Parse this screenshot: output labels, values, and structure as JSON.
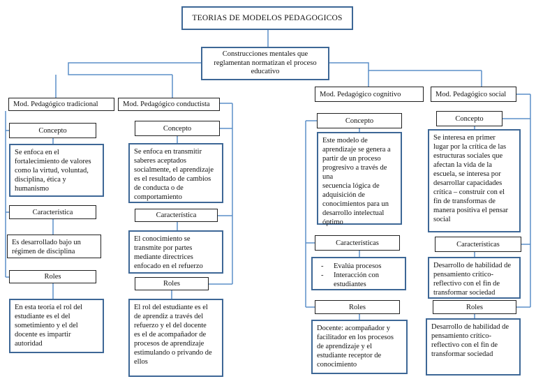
{
  "title": "TEORIAS DE MODELOS PEDAGOGICOS",
  "main_node": "Construcciones mentales que\nreglamentan  normatizan el proceso\neducativo",
  "colors": {
    "accent_border": "#3d6796",
    "connector": "#5b8fc8",
    "thin_border": "#1f1f1f"
  },
  "models": [
    {
      "name": "Mod. Pedagógico tradicional",
      "concept_label": "Concepto",
      "concept_text": "Se enfoca en el\nfortalecimiento de valores\ncomo la virtud, voluntad,\ndisciplina, ética y\nhumanismo",
      "char_label": "Característica",
      "char_text": "Es desarrollado bajo un\nrégimen de disciplina",
      "roles_label": "Roles",
      "roles_text": "En esta teoría el rol del\nestudiante es el del\nsometimiento y el del\ndocente es impartir\nautoridad"
    },
    {
      "name": "Mod. Pedagógico conductista",
      "concept_label": "Concepto",
      "concept_text": "Se enfoca en transmitir\nsaberes aceptados\nsocialmente, el aprendizaje\nes el resultado de cambios\nde conducta o de\ncomportamiento",
      "char_label": "Característica",
      "char_text": "El conocimiento se\ntransmite por partes\nmediante directrices\nenfocado en el refuerzo",
      "roles_label": "Roles",
      "roles_text": "El rol del estudiante es el\nde aprendiz a través del\nrefuerzo y el del docente\nes el de acompañador de\nprocesos de aprendizaje\nestimulando o privando de\nellos"
    },
    {
      "name": "Mod. Pedagógico cognitivo",
      "concept_label": "Concepto",
      "concept_text": "Este modelo de\naprendizaje se genera a\npartir de un proceso\nprogresivo a través de una\nsecuencia lógica de\nadquisición de\nconocimientos para un\ndesarrollo intelectual\nóptimo",
      "char_label": "Características",
      "char_items": [
        "Evalúa procesos",
        "Interacción con\nestudiantes"
      ],
      "roles_label": "Roles",
      "roles_text": "Docente: acompañador y\nfacilitador en los procesos\nde aprendizaje y el\nestudiante receptor de\nconocimiento"
    },
    {
      "name": "Mod. Pedagógico social",
      "concept_label": "Concepto",
      "concept_text": "Se interesa en primer\nlugar por la crítica de las\nestructuras sociales que\nafectan la vida de la\nescuela, se interesa por\ndesarrollar capacidades\ncrítica – construir con el\nfin de transformas de\nmanera positiva el pensar\nsocial",
      "char_label": "Características",
      "char_text": "Desarrollo de habilidad de\npensamiento crítico-\nreflectivo con el fin de\ntransformar sociedad",
      "roles_label": "Roles",
      "roles_text": "Desarrollo de habilidad de\npensamiento crítico-\nreflectivo con el fin de\ntransformar sociedad"
    }
  ]
}
